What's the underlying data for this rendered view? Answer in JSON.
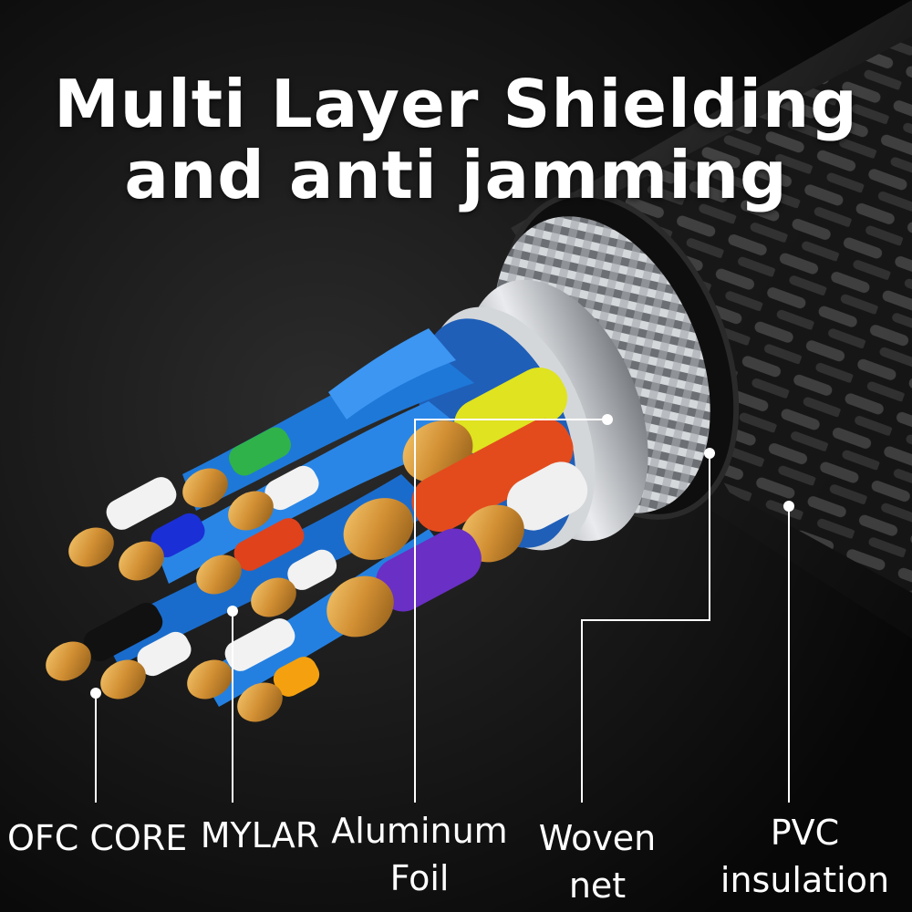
{
  "title": {
    "line1": "Multi Layer Shielding",
    "line2": "and anti jamming"
  },
  "labels": {
    "ofc_core": "OFC CORE",
    "mylar": "MYLAR",
    "aluminum_foil_line1": "Aluminum",
    "aluminum_foil_line2": "Foil",
    "woven_net_line1": "Woven",
    "woven_net_line2": "net",
    "pvc_line1": "PVC",
    "pvc_line2": "insulation"
  },
  "colors": {
    "background": "#0d0d0d",
    "text": "#ffffff",
    "copper": "#d9993a",
    "wire_blue": "#1e78d8",
    "foil": "#c9ccd0"
  }
}
